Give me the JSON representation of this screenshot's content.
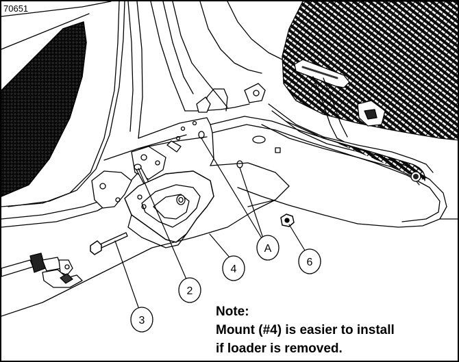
{
  "figure_id": "70651",
  "callouts": {
    "a": "A",
    "c2": "2",
    "c3": "3",
    "c4": "4",
    "c6": "6"
  },
  "note": {
    "heading": "Note:",
    "line1": "Mount (#4) is easier to install",
    "line2": "if loader is removed."
  }
}
